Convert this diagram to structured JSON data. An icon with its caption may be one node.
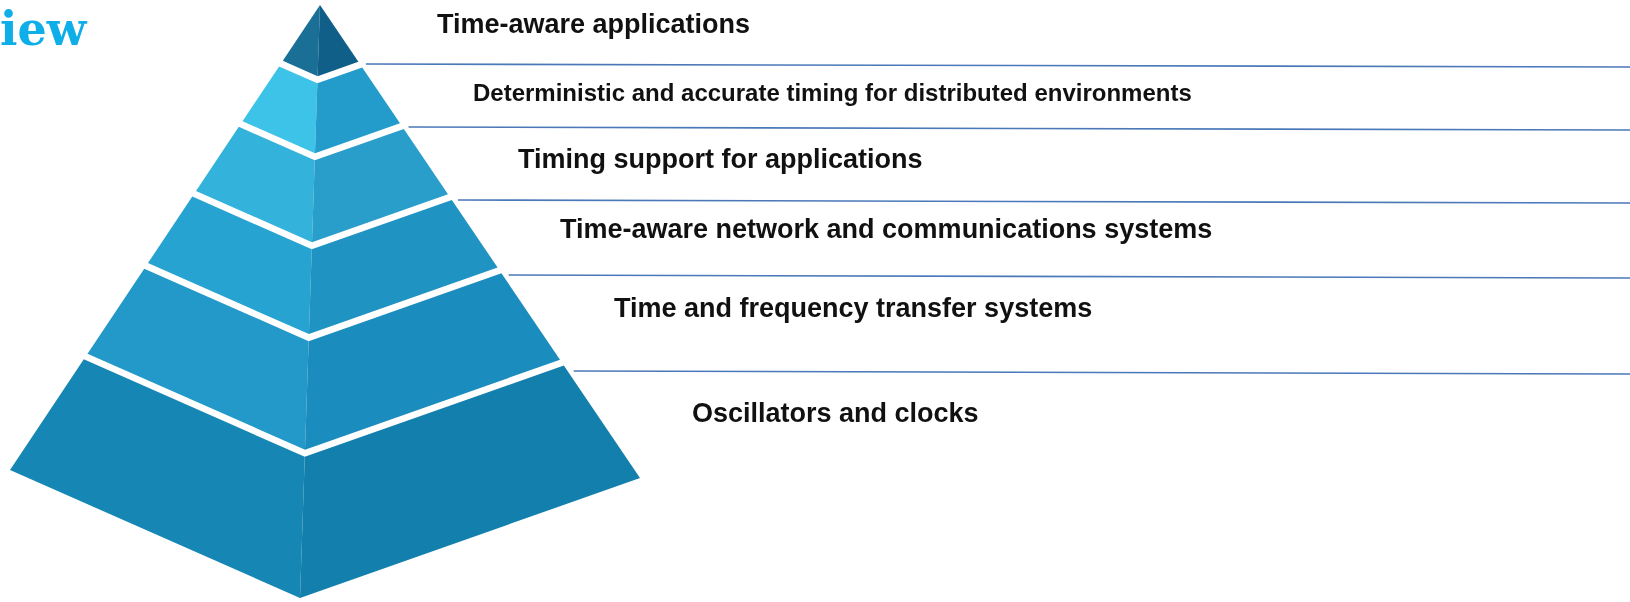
{
  "diagram": {
    "title": "iew",
    "labels": [
      "Time-aware applications",
      "Deterministic and accurate timing for distributed environments",
      "Timing support for applications",
      "Time-aware network and communications systems",
      "Time and frequency transfer systems",
      "Oscillators and clocks"
    ]
  }
}
